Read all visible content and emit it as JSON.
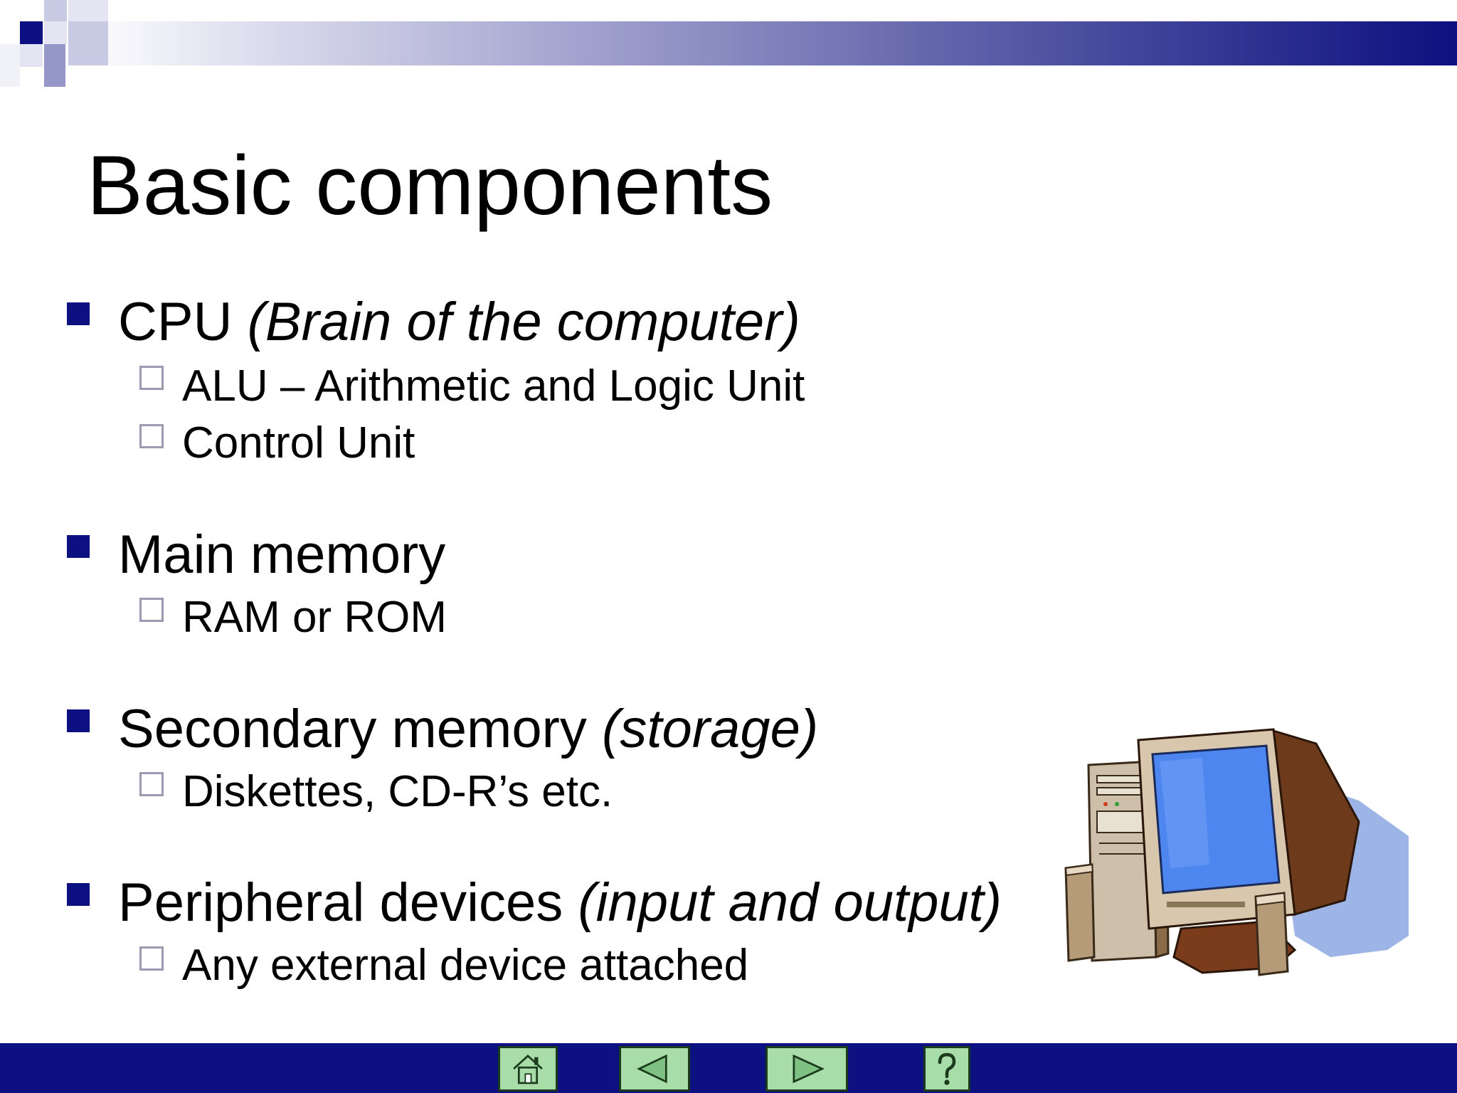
{
  "slide": {
    "title": "Basic components",
    "bullets": [
      {
        "main": "CPU",
        "italic": "(Brain of the computer)",
        "subs": [
          "ALU – Arithmetic and Logic Unit",
          "Control Unit"
        ]
      },
      {
        "main": "Main memory",
        "italic": "",
        "subs": [
          "RAM or ROM"
        ]
      },
      {
        "main": "Secondary memory",
        "italic": "(storage)",
        "subs": [
          "Diskettes, CD-R’s etc."
        ]
      },
      {
        "main": "Peripheral devices",
        "italic": "(input and output)",
        "subs": [
          "Any external device attached"
        ]
      }
    ]
  },
  "navigation": {
    "buttons": [
      {
        "icon": "home-icon"
      },
      {
        "icon": "previous-icon"
      },
      {
        "icon": "next-icon"
      },
      {
        "icon": "help-icon"
      }
    ]
  },
  "colors": {
    "accent": "#0d1080",
    "nav_button": "#a8dca9"
  }
}
